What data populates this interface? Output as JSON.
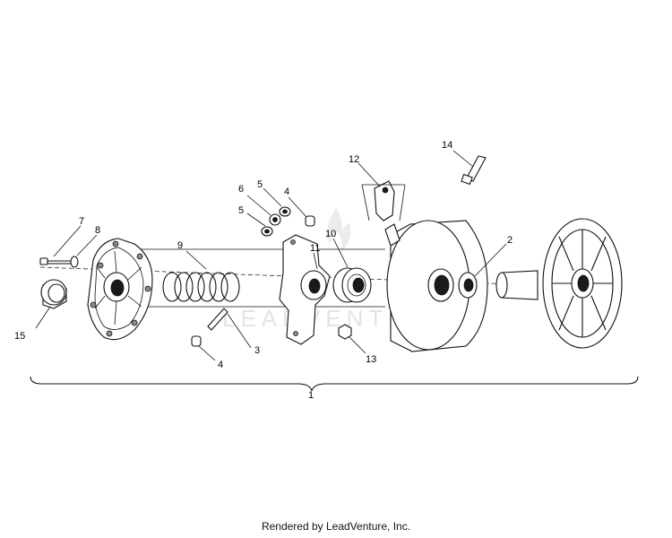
{
  "footer": "Rendered by LeadVenture, Inc.",
  "watermark": "LEADVENTURE",
  "callouts": {
    "c1": "1",
    "c2": "2",
    "c3": "3",
    "c4a": "4",
    "c4b": "4",
    "c5a": "5",
    "c5b": "5",
    "c6": "6",
    "c7": "7",
    "c8": "8",
    "c9": "9",
    "c10": "10",
    "c11": "11",
    "c12": "12",
    "c13": "13",
    "c14": "14",
    "c15": "15"
  }
}
